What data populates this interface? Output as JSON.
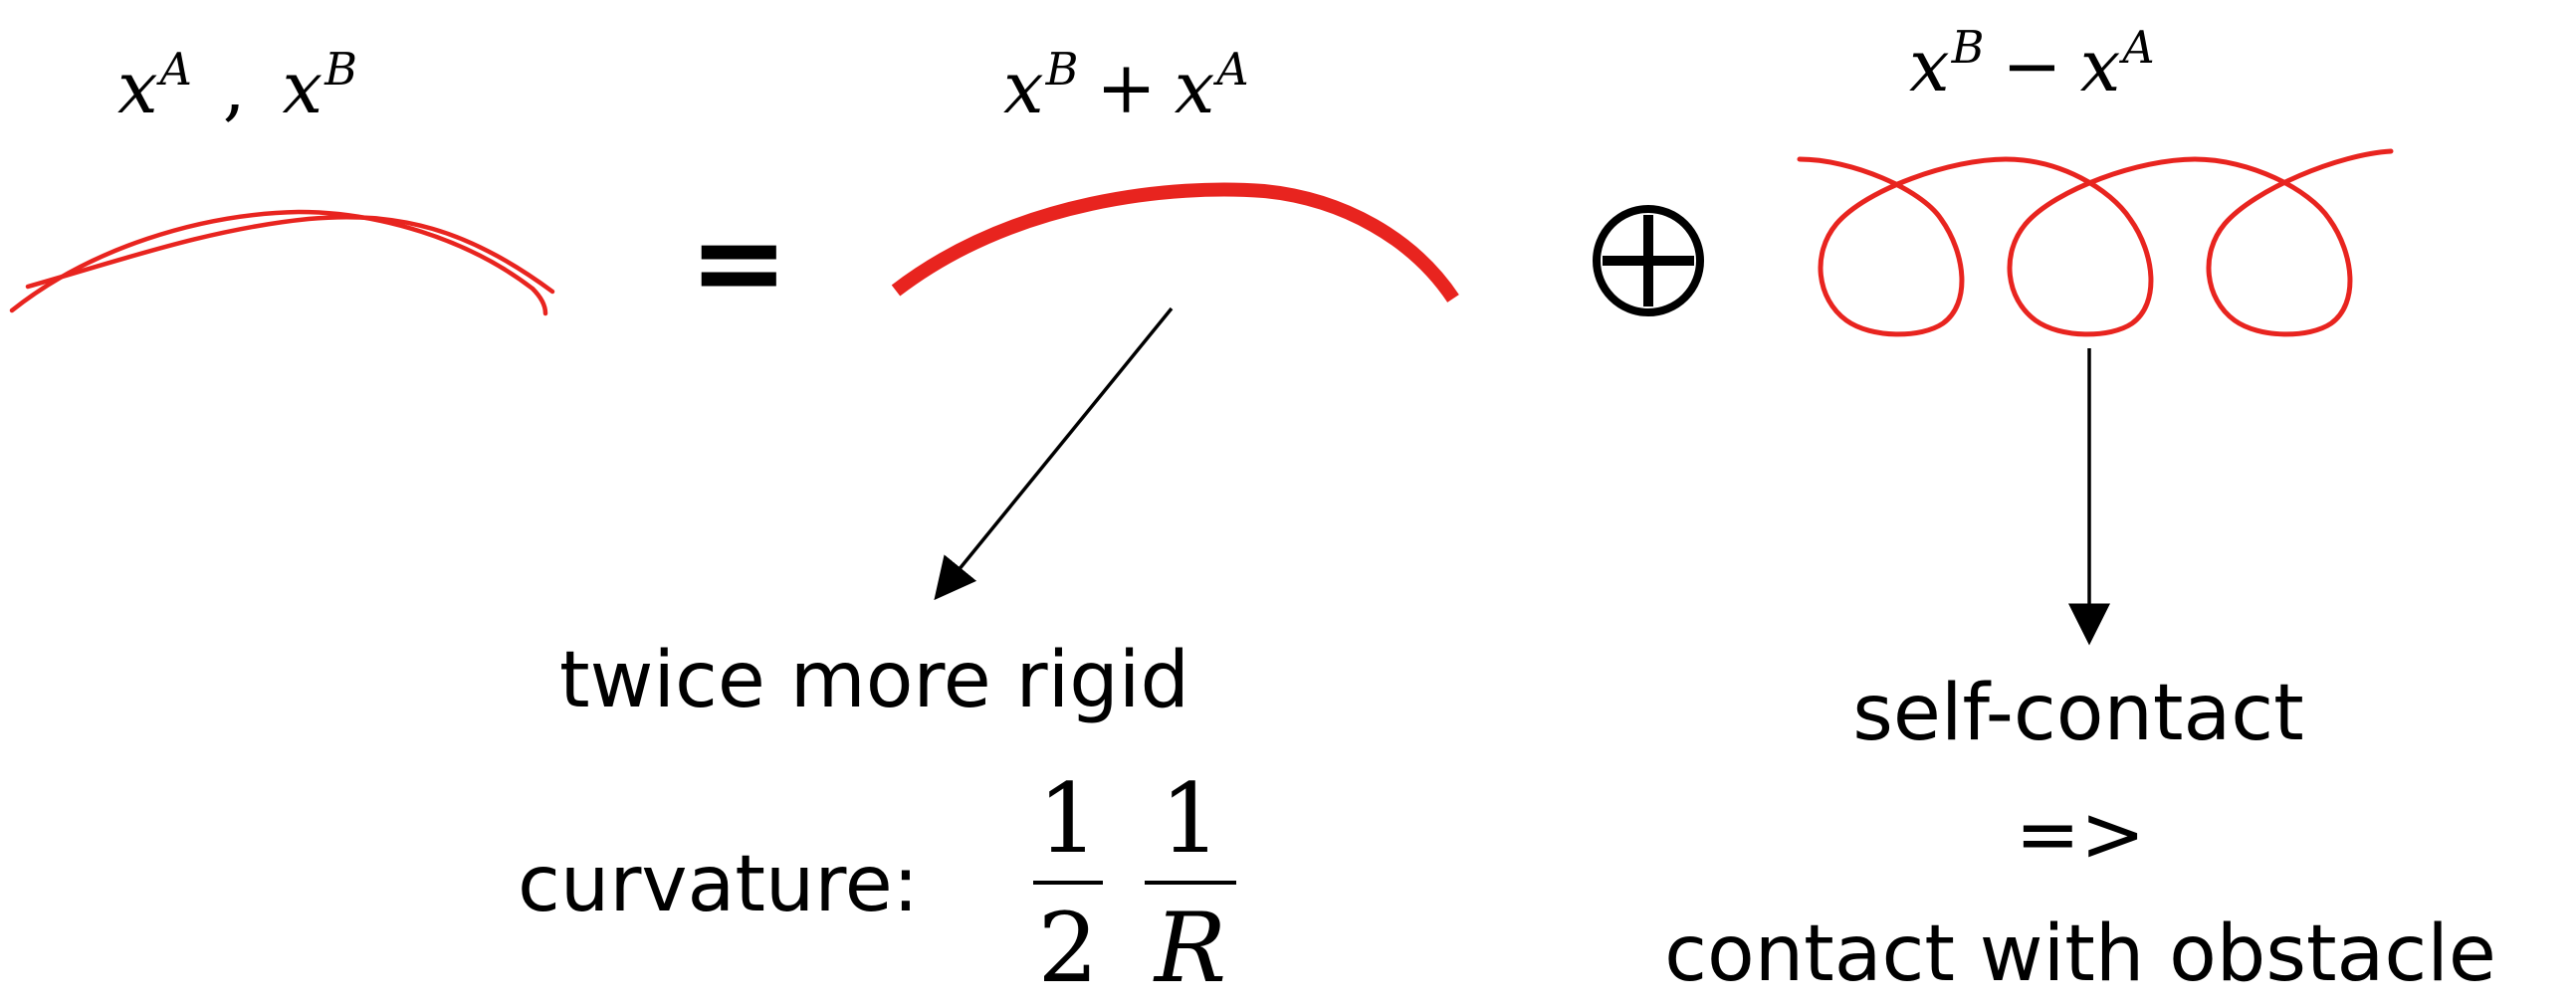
{
  "colors": {
    "curve": "#e8241f",
    "ink": "#000000"
  },
  "labels": {
    "pair": {
      "x1_base": "x",
      "x1_sup": "A",
      "sep": ",",
      "x2_base": "x",
      "x2_sup": "B"
    },
    "sum": {
      "a_base": "x",
      "a_sup": "B",
      "op": "+",
      "b_base": "x",
      "b_sup": "A"
    },
    "diff": {
      "a_base": "x",
      "a_sup": "B",
      "op": "−",
      "b_base": "x",
      "b_sup": "A"
    },
    "equals": "=",
    "oplus": "⊕",
    "rigid_text": "twice more rigid",
    "curvature_label": "curvature:",
    "frac1_num": "1",
    "frac1_den": "2",
    "frac2_num": "1",
    "frac2_den": "R",
    "self_contact": "self-contact",
    "implies": "=>",
    "obstacle": "contact with obstacle"
  },
  "icons": [
    "two-strand-curve-icon",
    "thick-arc-icon",
    "coiled-loops-icon",
    "oplus-icon",
    "arrow-down-left-icon",
    "arrow-down-icon"
  ]
}
